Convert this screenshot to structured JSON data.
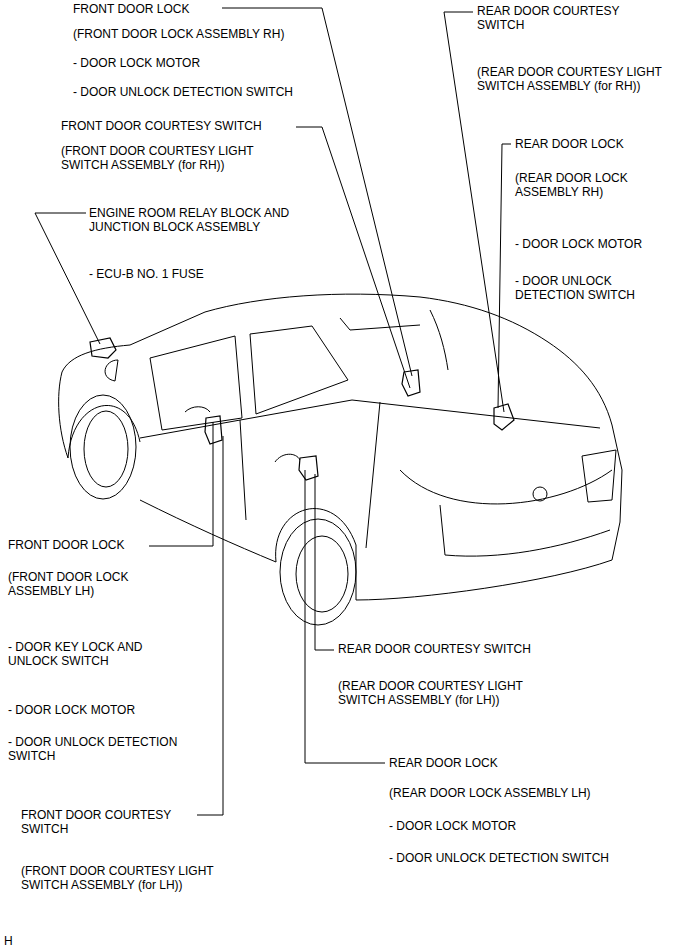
{
  "diagram": {
    "labels": [
      "FRONT DOOR LOCK",
      "(FRONT DOOR LOCK ASSEMBLY RH)",
      "- DOOR LOCK MOTOR",
      "- DOOR UNLOCK DETECTION SWITCH",
      "FRONT DOOR COURTESY SWITCH",
      "(FRONT DOOR COURTESY LIGHT SWITCH ASSEMBLY (for RH))",
      "ENGINE ROOM RELAY BLOCK AND JUNCTION BLOCK ASSEMBLY",
      "- ECU-B NO. 1 FUSE",
      "REAR DOOR COURTESY SWITCH",
      "(REAR DOOR COURTESY LIGHT SWITCH ASSEMBLY (for RH))",
      "REAR DOOR LOCK",
      "(REAR DOOR LOCK ASSEMBLY RH)",
      "- DOOR LOCK MOTOR",
      "- DOOR UNLOCK DETECTION SWITCH",
      "FRONT DOOR LOCK",
      "(FRONT DOOR LOCK ASSEMBLY LH)",
      "- DOOR KEY LOCK AND UNLOCK SWITCH",
      "- DOOR LOCK MOTOR",
      "- DOOR UNLOCK DETECTION SWITCH",
      "FRONT DOOR COURTESY SWITCH",
      "(FRONT DOOR COURTESY LIGHT SWITCH ASSEMBLY (for LH))",
      "REAR DOOR COURTESY SWITCH",
      "(REAR DOOR COURTESY LIGHT SWITCH ASSEMBLY (for LH))",
      "REAR DOOR LOCK",
      "(REAR DOOR LOCK ASSEMBLY LH)",
      "- DOOR LOCK MOTOR",
      "- DOOR UNLOCK DETECTION SWITCH",
      "H"
    ]
  }
}
